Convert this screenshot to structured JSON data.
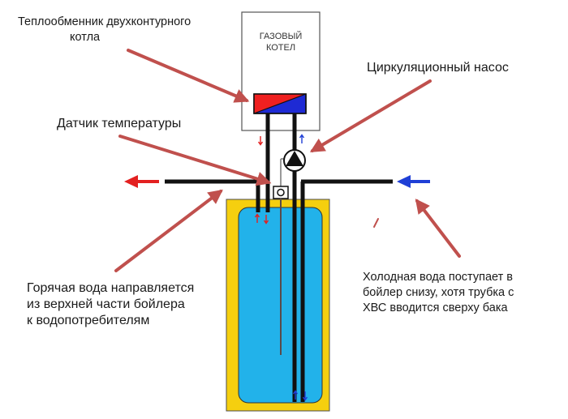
{
  "boiler": {
    "title_line1": "ГАЗОВЫЙ",
    "title_line2": "КОТЕЛ"
  },
  "labels": {
    "heat_exchanger_line1": "Теплообменник двухконтурного",
    "heat_exchanger_line2": "котла",
    "pump": "Циркуляционный насос",
    "sensor": "Датчик температуры",
    "hot_water_line1": "Горячая вода направляется",
    "hot_water_line2": "из верхней части бойлера",
    "hot_water_line3": "к водопотребителям",
    "cold_water_line1": "Холодная вода поступает в",
    "cold_water_line2": "бойлер снизу, хотя трубка с",
    "cold_water_line3": "ХВС вводится сверху бака"
  },
  "colors": {
    "callout_arrow": "#c0504d",
    "hot_flow": "#e32020",
    "cold_flow": "#1f3fd6",
    "tank_shell": "#f5cf0f",
    "tank_water": "#22b2ea",
    "pipe": "#111111"
  }
}
